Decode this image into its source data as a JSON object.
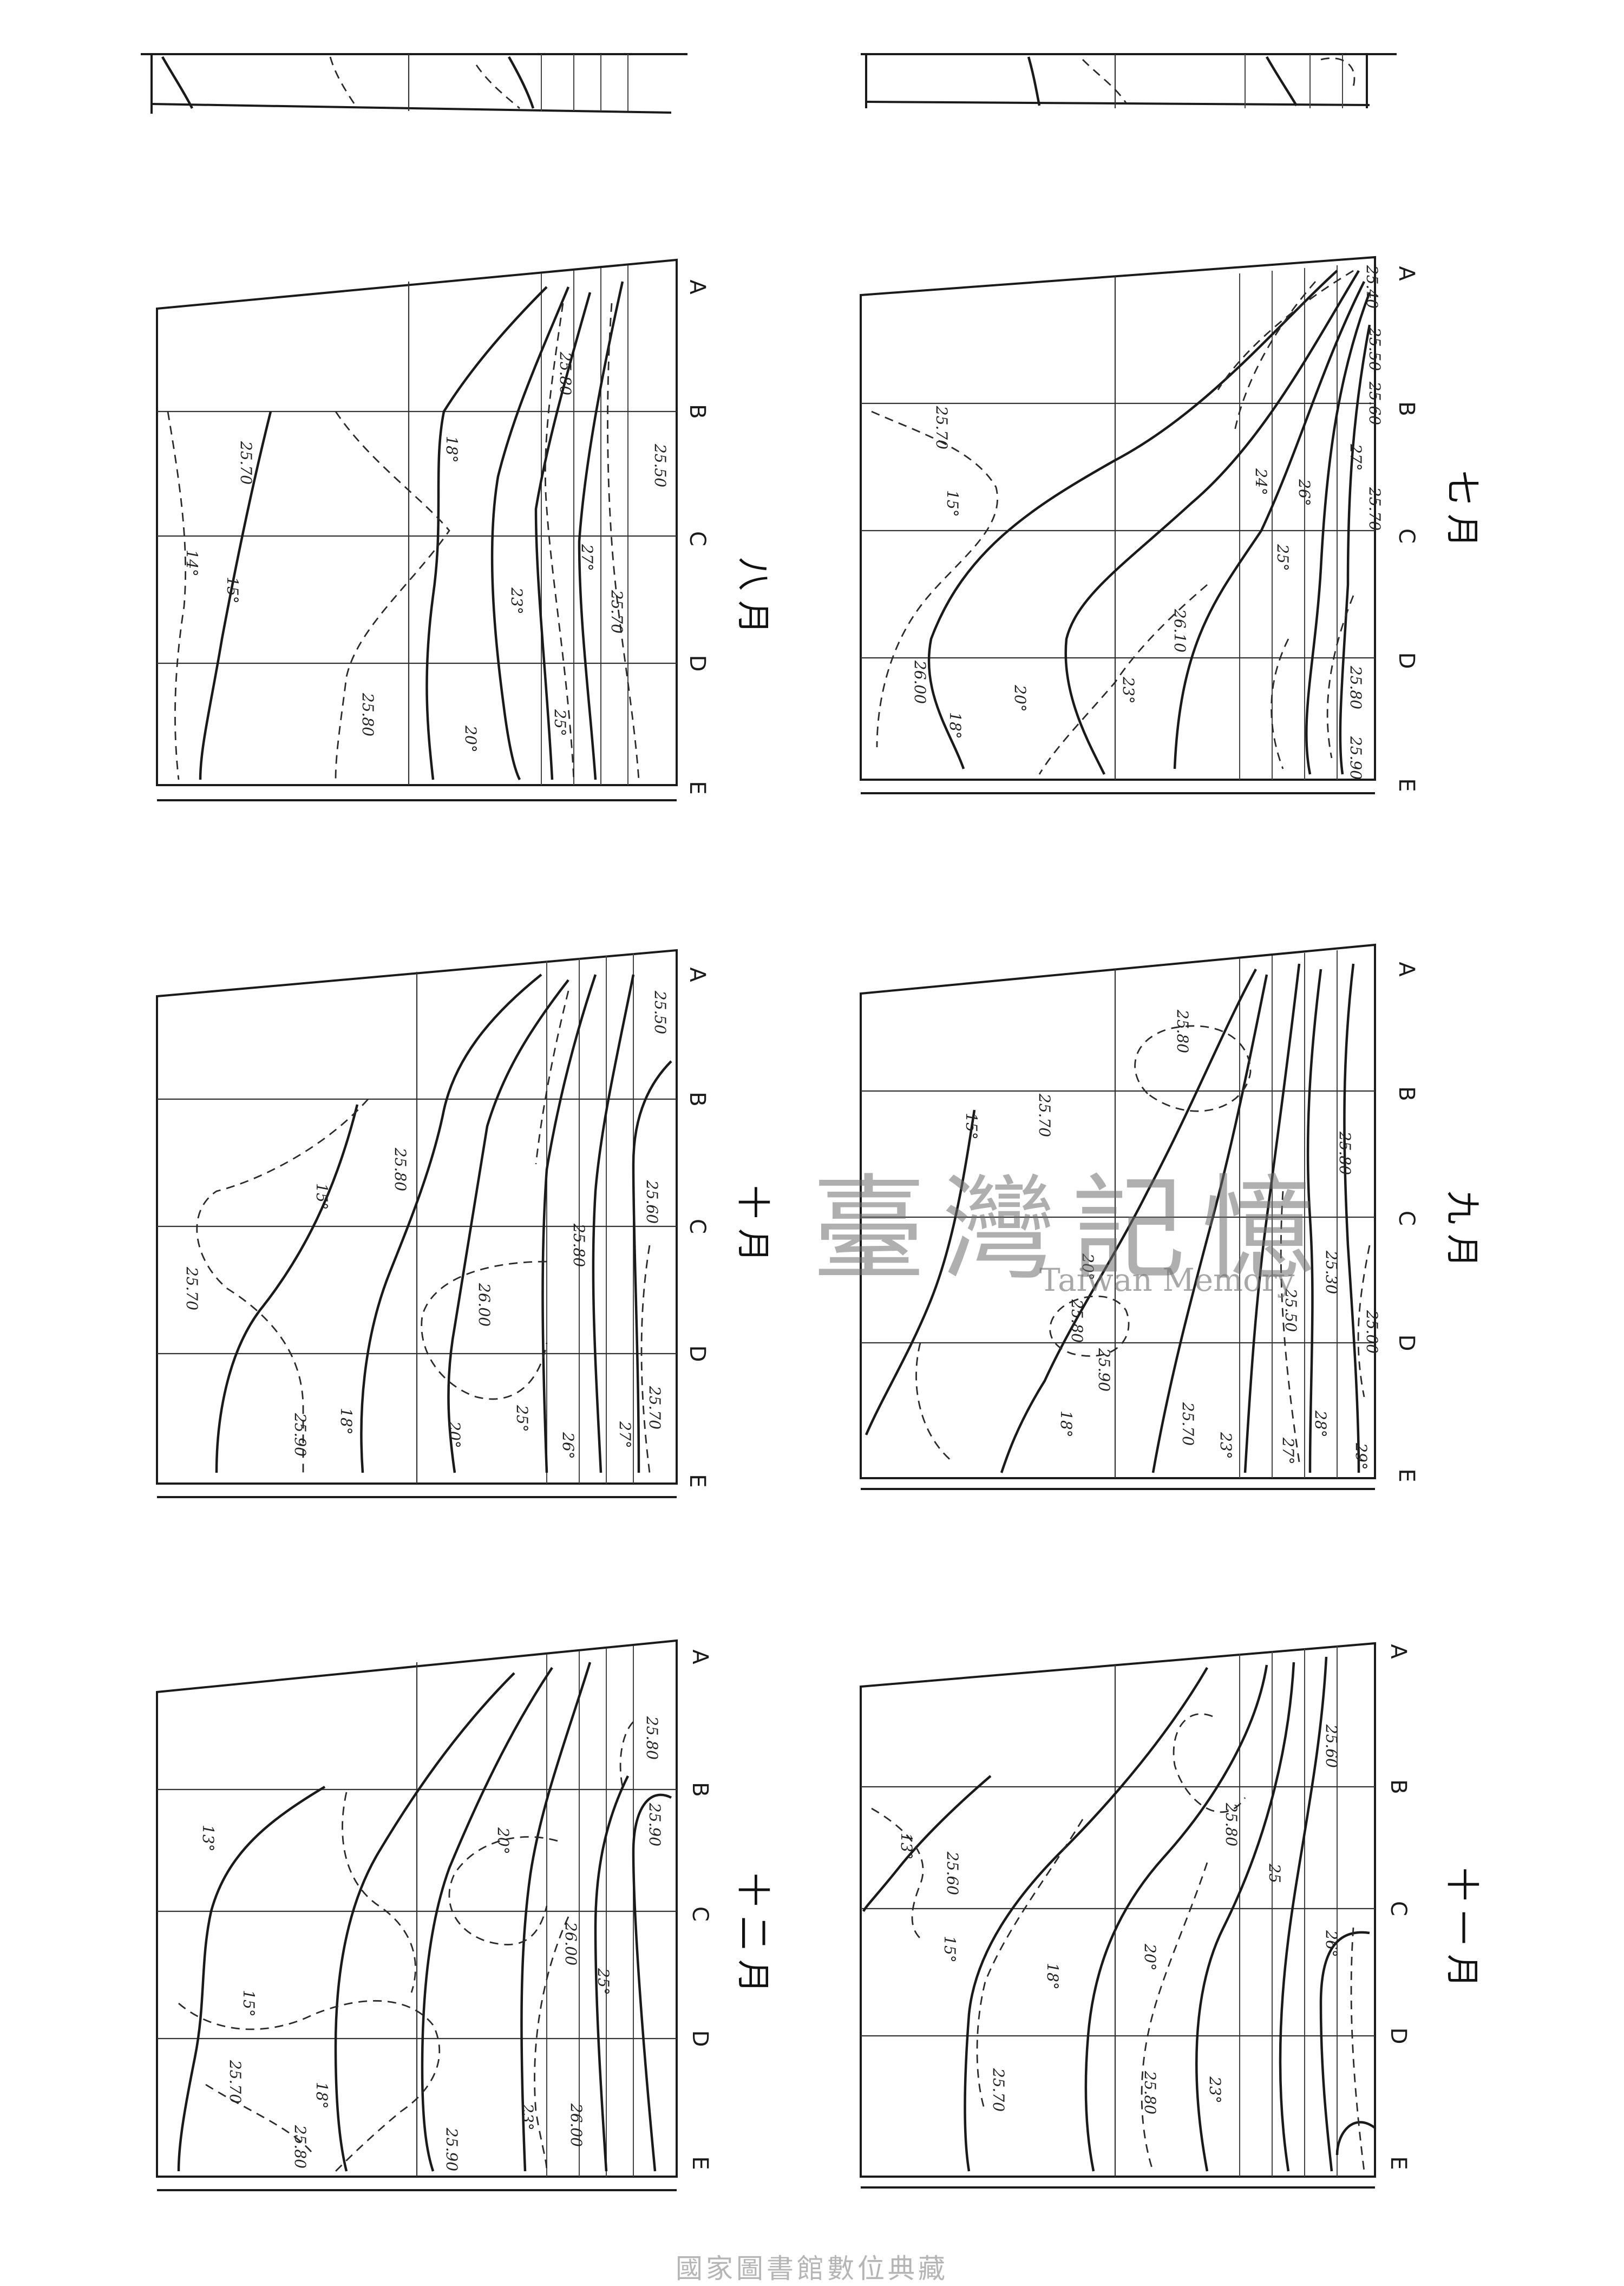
{
  "station_labels": [
    "A",
    "B",
    "C",
    "D",
    "E"
  ],
  "watermark": {
    "chinese": "臺灣記憶",
    "english": "Taiwan Memory"
  },
  "footer": "國家圖書館數位典藏",
  "panels": [
    {
      "id": "july",
      "month": "七月",
      "labels": [
        "25.40",
        "25.50",
        "25.60",
        "27°",
        "25.70",
        "24°",
        "26°",
        "25°",
        "26.10",
        "23°",
        "25.80",
        "25.90",
        "25.70",
        "15°",
        "20°",
        "18°",
        "26.00"
      ]
    },
    {
      "id": "august",
      "month": "八月",
      "labels": [
        "25.80",
        "25.50",
        "18°",
        "27°",
        "25.70",
        "23°",
        "25°",
        "20°",
        "25.80",
        "25.70",
        "14°",
        "15°"
      ]
    },
    {
      "id": "september",
      "month": "九月",
      "labels": [
        "25.80",
        "25.80",
        "25.70",
        "15°",
        "25.30",
        "25.50",
        "25.90",
        "25.00",
        "25.80",
        "28°",
        "27°",
        "29°",
        "23°",
        "25.70",
        "18°",
        "20°"
      ]
    },
    {
      "id": "october",
      "month": "十月",
      "labels": [
        "25.50",
        "25.80",
        "25.60",
        "15°",
        "25.80",
        "25.70",
        "26.00",
        "25°",
        "26°",
        "27°",
        "25.70",
        "20°",
        "18°",
        "25.90"
      ]
    },
    {
      "id": "november",
      "month": "十一月",
      "labels": [
        "25.60",
        "25.80",
        "25",
        "13°",
        "25.60",
        "15°",
        "26°",
        "20°",
        "18°",
        "25.80",
        "23°",
        "25.70"
      ]
    },
    {
      "id": "december",
      "month": "十二月",
      "labels": [
        "25.80",
        "25.90",
        "20°",
        "13°",
        "26.00",
        "25°",
        "15°",
        "25.70",
        "18°",
        "25.90",
        "23°",
        "26.00",
        "25.80"
      ]
    }
  ]
}
